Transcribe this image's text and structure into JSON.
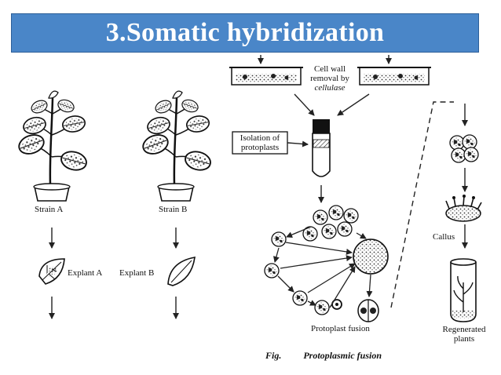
{
  "title": "3.Somatic hybridization",
  "labels": {
    "strain_a": "Strain A",
    "strain_b": "Strain B",
    "explant_a": "Explant A",
    "explant_b": "Explant B",
    "cell_wall_removal_line1": "Cell wall",
    "cell_wall_removal_line2": "removal by",
    "cellulase": "cellulase",
    "isolation_line1": "Isolation of",
    "isolation_line2": "protoplasts",
    "protoplast_fusion": "Protoplast fusion",
    "callus": "Callus",
    "regenerated_line1": "Regenerated",
    "regenerated_line2": "plants",
    "caption_fig": "Fig.",
    "caption_title": "Protoplasmic fusion"
  }
}
